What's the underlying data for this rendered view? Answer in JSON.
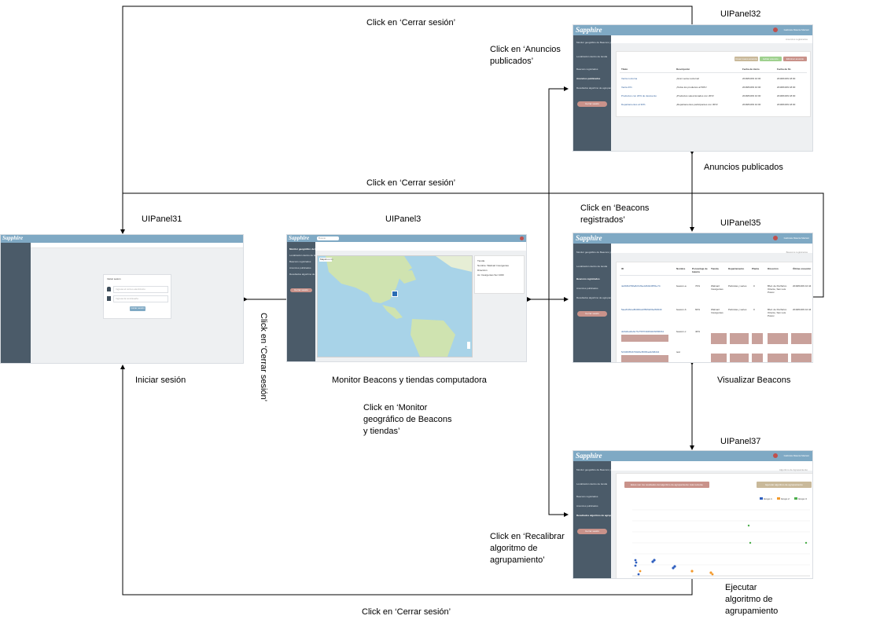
{
  "labels": {
    "cerrar_top": "Click en ‘Cerrar sesión’",
    "cerrar_mid": "Click en ‘Cerrar sesión’",
    "cerrar_bottom": "Click en ‘Cerrar sesión’",
    "cerrar_vertical": "Click en ‘Cerrar sesión’",
    "anuncios_click": "Click en ‘Anuncios publicados’",
    "beacons_click": "Click en ‘Beacons registrados’",
    "monitor_click": "Click en ‘Monitor geográfico de Beacons y tiendas’",
    "recalibrar_click": "Click en ‘Recalibrar algoritmo de agrupamiento’",
    "uipanel31": "UIPanel31",
    "uipanel3": "UIPanel3",
    "uipanel32": "UIPanel32",
    "uipanel35": "UIPanel35",
    "uipanel37": "UIPanel37",
    "iniciar_sesion": "Iniciar sesión",
    "monitor_caption": "Monitor Beacons y tiendas computadora",
    "anuncios_caption": "Anuncios publicados",
    "visualizar_caption": "Visualizar Beacons",
    "ejecutar_caption": "Ejecutar algoritmo de agrupamiento"
  },
  "app": {
    "brand": "Sapphire",
    "user": "Gabriela Mascia Mariani",
    "logout": "Cerrar sesión",
    "nav": [
      "Monitor geográfico de Beacons y tiendas",
      "Localización dentro de tienda",
      "Beacons registrados",
      "Anuncios publicados",
      "Resultados algoritmo de agrupamiento"
    ]
  },
  "login": {
    "title": "Iniciar sesión",
    "user_placeholder": "Ingresa el correo electrónico",
    "pass_placeholder": "Ingresa la contraseña",
    "submit": "Iniciar sesión"
  },
  "monitor": {
    "search": "Buscar",
    "legend": [
      "Mapa",
      "Satélite"
    ],
    "info": [
      "Tienda",
      "Nombre: Walmart Insurgentes",
      "Dirección",
      "Av. Insurgentes Sur 1000"
    ]
  },
  "anuncios": {
    "breadcrumb": "Anuncios registrados",
    "buttons": [
      "Crear nuevo anuncio",
      "Editar anuncio",
      "Eliminar anuncio"
    ],
    "columns": [
      "Título",
      "Descripción",
      "Fecha de inicio",
      "Fecha de fin"
    ],
    "rows": [
      [
        "Venta nocturna",
        "¡Gran venta nocturna!",
        "2018/04/09 10:00",
        "2018/04/09 18:00"
      ],
      [
        "Venta 2X1",
        "¡Todos los productos al 50%!",
        "2018/04/09 10:00",
        "2018/04/09 18:00"
      ],
      [
        "Productos con 20% de descuento",
        "¡Productos seleccionados con 20%!",
        "2018/04/09 10:00",
        "2018/04/09 18:00"
      ],
      [
        "Departamentos al 30%",
        "¡Departamentos participantes con 30%!",
        "2018/04/09 10:00",
        "2018/04/09 18:00"
      ]
    ]
  },
  "beacons": {
    "breadcrumb": "Beacons registrados",
    "columns": [
      "ID",
      "Nombre",
      "Porcentaje de batería",
      "Tienda",
      "Departamento",
      "Planta",
      "Dirección",
      "Última conexión"
    ],
    "rows": [
      [
        "4e6bf0d798e8c61fbedc8d0c0f5f1e74",
        "beacon-a",
        "70%",
        "Walmart Insurgentes",
        "Películas y series",
        "0",
        "Blvd. de Periférico Oriente, San Luis Potosí",
        "2018/04/09 10:44"
      ],
      [
        "5ae2b46cad5d0fdca6f50f4d0bef82949",
        "beacon-b",
        "60%",
        "Walmart Insurgentes",
        "Películas y series",
        "0",
        "Blvd. de Periférico Oriente, San Luis Potosí",
        "2018/04/09 10:44"
      ],
      [
        "de6a6ea6e9e7fe7567f49460d2b0f960b1",
        "beacon-c",
        "40%",
        "",
        "",
        "",
        "",
        ""
      ],
      [
        "5c9309f54b790d0e5f0b5ae92b8d44",
        "test",
        "",
        "",
        "",
        "",
        "",
        ""
      ]
    ]
  },
  "agrupamiento": {
    "breadcrumb": "Algoritmo de Agrupamiento",
    "left_button": "Estos son los resultados del algoritmo de agrupamiento más reciente",
    "right_button": "Ejecutar algoritmo de agrupamiento",
    "legend": [
      "Grupo 1",
      "Grupo 2",
      "Grupo 3"
    ],
    "colors": [
      "#2f5fbf",
      "#f39a2c",
      "#4cae4c"
    ]
  },
  "colors": {
    "sidebar": "#4b5b69",
    "topbar": "#7fa9c4",
    "accent_pill": "#c9928a",
    "map_water": "#a8d3e8",
    "map_land": "#cfe3b0"
  }
}
